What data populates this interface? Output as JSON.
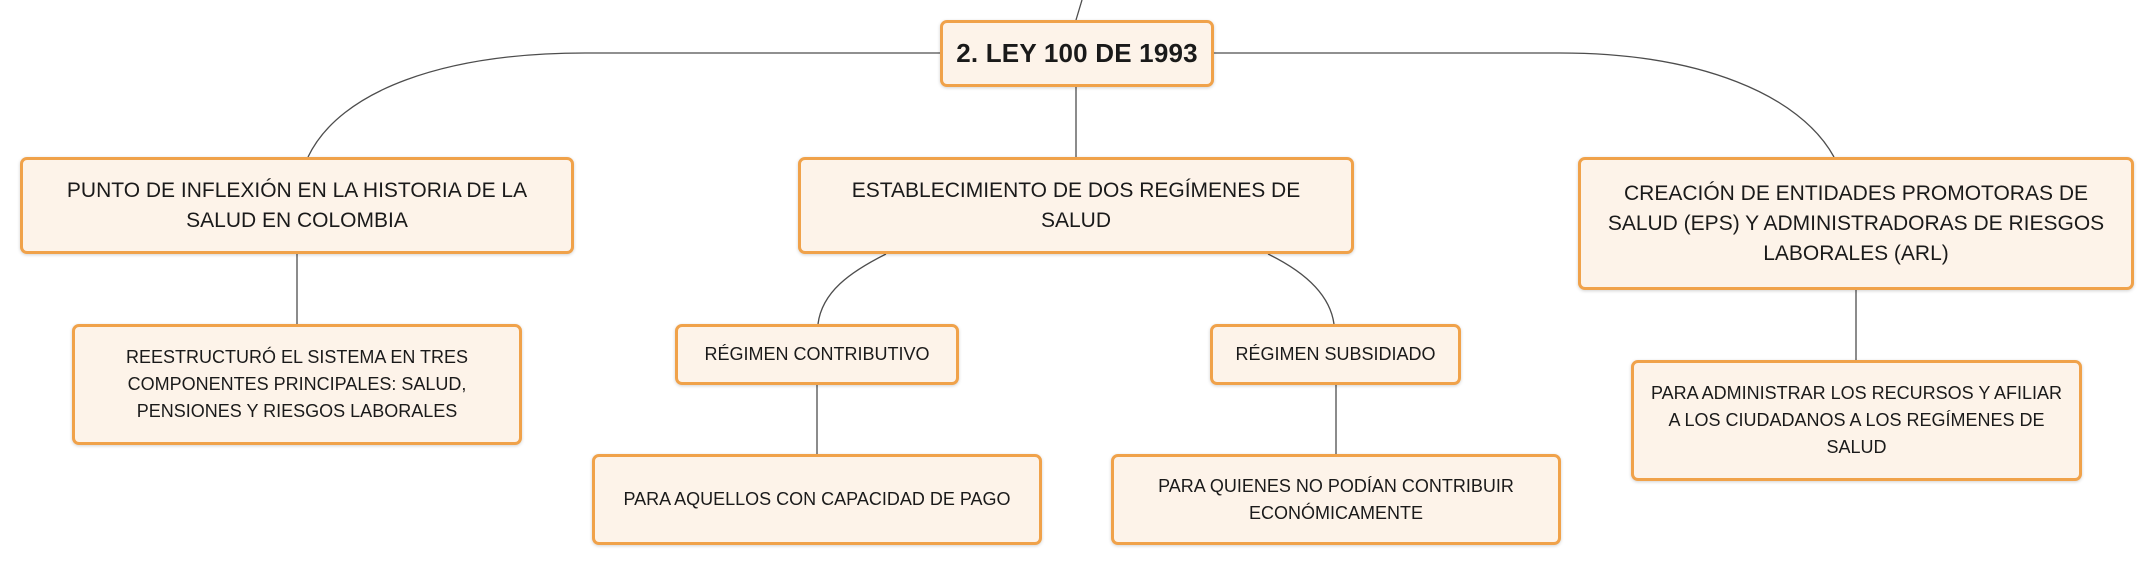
{
  "colors": {
    "node_fill": "#fdf3e9",
    "node_border": "#f0a24a",
    "connector": "#4d4d4d",
    "text": "#1a1a1a"
  },
  "diagram": {
    "root": {
      "label": "2. LEY 100 DE 1993"
    },
    "branches": [
      {
        "label": "PUNTO DE INFLEXIÓN EN LA HISTORIA DE LA SALUD EN COLOMBIA",
        "children": [
          {
            "label": "REESTRUCTURÓ EL SISTEMA EN TRES COMPONENTES PRINCIPALES: SALUD, PENSIONES Y RIESGOS LABORALES"
          }
        ]
      },
      {
        "label": "ESTABLECIMIENTO DE DOS REGÍMENES DE SALUD",
        "children": [
          {
            "label": "RÉGIMEN CONTRIBUTIVO",
            "children": [
              {
                "label": "PARA AQUELLOS CON CAPACIDAD DE PAGO"
              }
            ]
          },
          {
            "label": "RÉGIMEN SUBSIDIADO",
            "children": [
              {
                "label": "PARA QUIENES NO PODÍAN CONTRIBUIR ECONÓMICAMENTE"
              }
            ]
          }
        ]
      },
      {
        "label": "CREACIÓN DE ENTIDADES PROMOTORAS DE SALUD (EPS) Y ADMINISTRADORAS DE RIESGOS LABORALES (ARL)",
        "children": [
          {
            "label": "PARA ADMINISTRAR LOS RECURSOS Y AFILIAR A LOS CIUDADANOS A LOS REGÍMENES DE SALUD"
          }
        ]
      }
    ]
  }
}
